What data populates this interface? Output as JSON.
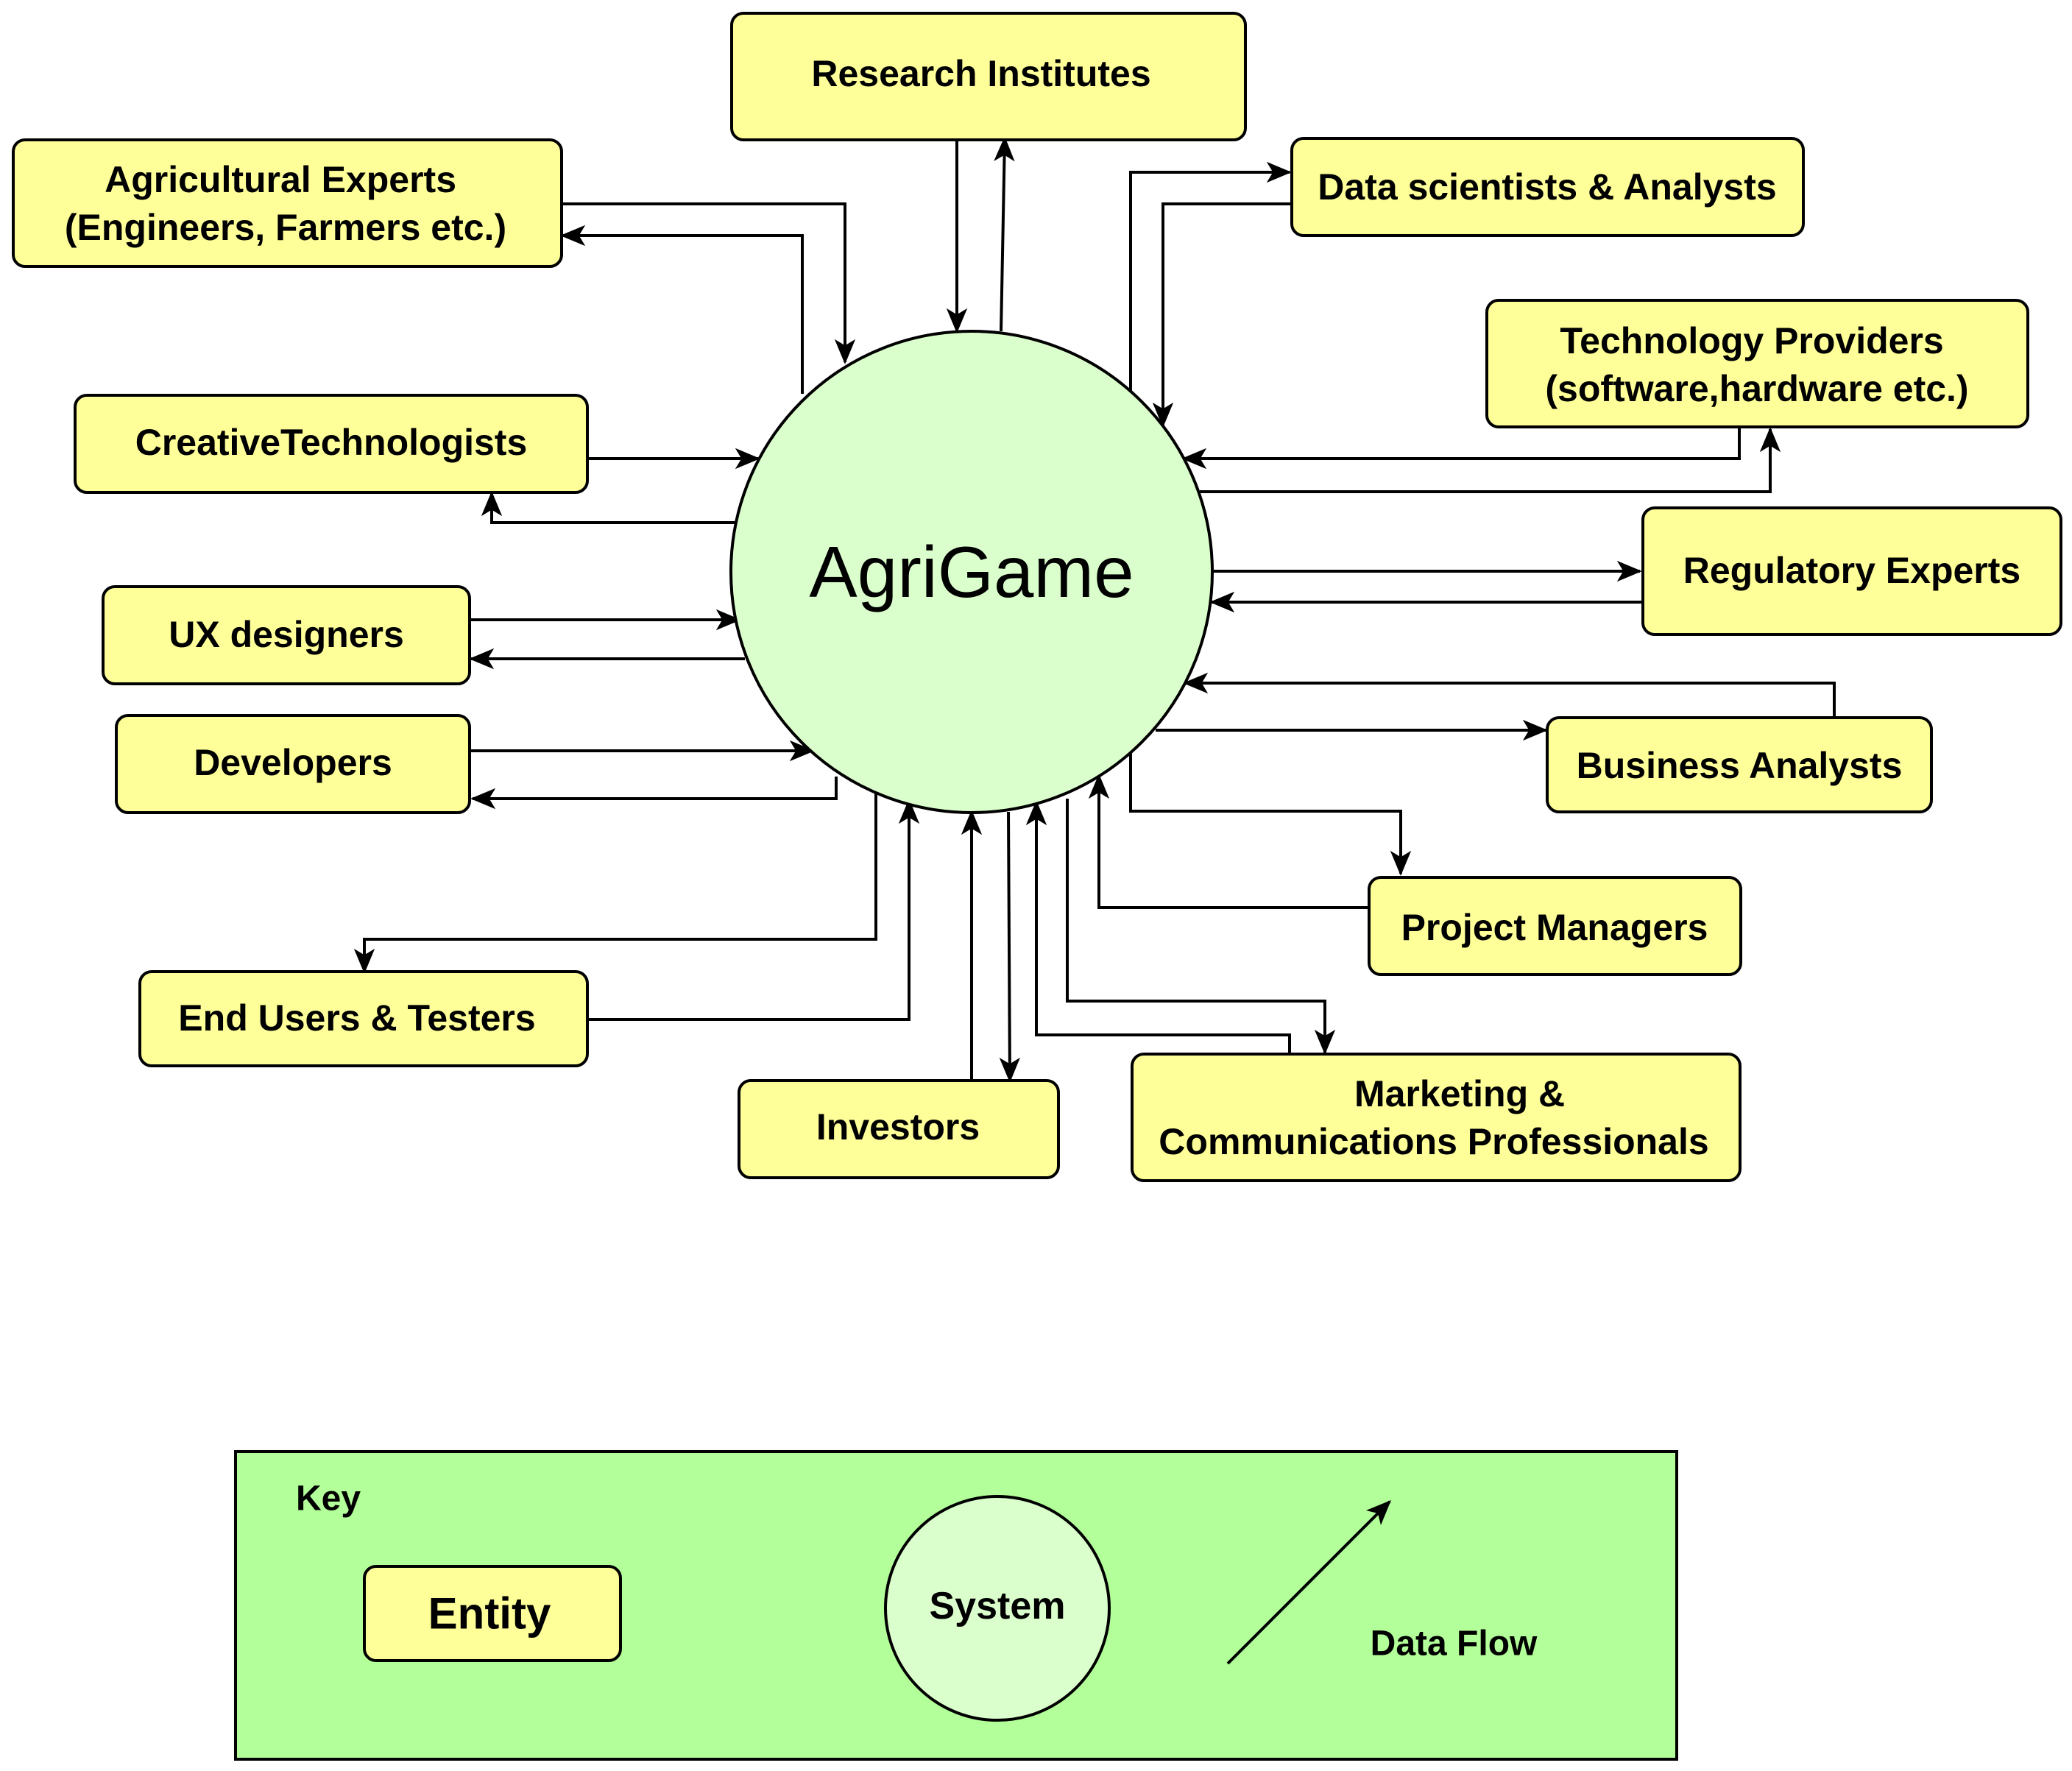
{
  "system": {
    "label": "AgriGame"
  },
  "entities": {
    "research": {
      "lines": [
        "Research Institutes"
      ]
    },
    "agri": {
      "lines": [
        "Agricultural Experts",
        "(Engineers, Farmers etc.)"
      ]
    },
    "datasci": {
      "lines": [
        "Data scientists & Analysts"
      ]
    },
    "tech": {
      "lines": [
        "Technology Providers",
        "(software,hardware etc.)"
      ]
    },
    "creative": {
      "lines": [
        "CreativeTechnologists"
      ]
    },
    "reg": {
      "lines": [
        "Regulatory Experts"
      ]
    },
    "ux": {
      "lines": [
        "UX designers"
      ]
    },
    "dev": {
      "lines": [
        "Developers"
      ]
    },
    "biz": {
      "lines": [
        "Business Analysts"
      ]
    },
    "pm": {
      "lines": [
        "Project Managers"
      ]
    },
    "end": {
      "lines": [
        "End Users & Testers"
      ]
    },
    "inv": {
      "lines": [
        "Investors"
      ]
    },
    "mkt": {
      "lines": [
        "Marketing &",
        "Communications Professionals"
      ]
    }
  },
  "key": {
    "title": "Key",
    "entity_label": "Entity",
    "system_label": "System",
    "flow_label": "Data Flow"
  },
  "colors": {
    "entity_fill": "#ffff99",
    "system_fill": "#dbffcc",
    "key_background": "#b3ff99",
    "line": "#000000"
  }
}
